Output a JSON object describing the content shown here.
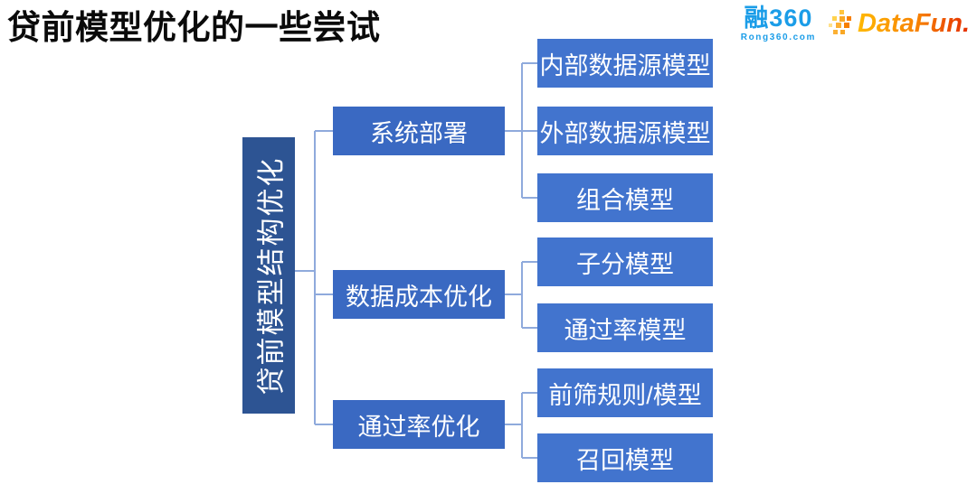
{
  "page": {
    "title": "贷前模型优化的一些尝试"
  },
  "logos": {
    "rong360": {
      "text": "融360",
      "subtext": "Rong360.com",
      "color": "#1b9de8"
    },
    "datafun": {
      "text": "DataFun.",
      "gradient_start": "#ffb900",
      "gradient_end": "#e42d00",
      "dots_icon": "diamond-dots-icon"
    }
  },
  "colors": {
    "root_fill": "#2d5493",
    "branch_fill": "#3a69c2",
    "leaf_fill": "#4274ce",
    "node_text": "#ffffff",
    "connector": "#8faadc",
    "title_text": "#0a0a0a"
  },
  "tree": {
    "root": {
      "label": "贷前模型结构优化"
    },
    "branches": [
      {
        "label": "系统部署",
        "children": [
          "内部数据源模型",
          "外部数据源模型",
          "组合模型"
        ]
      },
      {
        "label": "数据成本优化",
        "children": [
          "子分模型",
          "通过率模型"
        ]
      },
      {
        "label": "通过率优化",
        "children": [
          "前筛规则/模型",
          "召回模型"
        ]
      }
    ]
  }
}
